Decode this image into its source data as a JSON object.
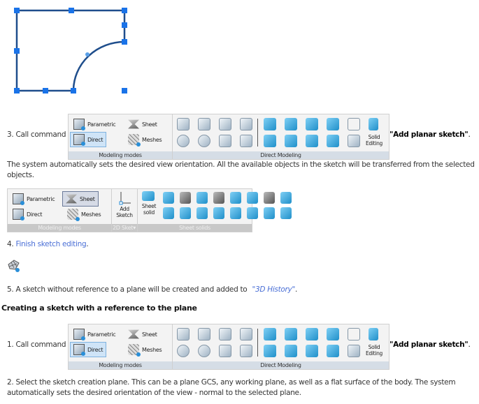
{
  "steps": {
    "step3_prefix": "3. Call command",
    "step3_command": "\"Add planar sketch\"",
    "step3_suffix": ".",
    "paragraph_view": "The system automatically sets the desired view orientation. All the available objects in the sketch will be transferred from the selected objects.",
    "step4_prefix": "4. ",
    "step4_link": "Finish sketch editing",
    "step4_suffix": ".",
    "step5_prefix": "5. A sketch without reference to a plane will be created and added to ",
    "step5_link": "\"3D History\"",
    "step5_suffix": ".",
    "heading": "Creating a sketch with a reference to the plane",
    "step1_prefix": "1. Call command",
    "step1_command": "\"Add planar sketch\"",
    "step1_suffix": ".",
    "step2": "2. Select the sketch creation plane. This can be a plane GCS, any working plane, as well as a flat surface of the body. The system automatically sets the desired orientation of the view - normal to the selected plane."
  },
  "ribbon": {
    "modes": {
      "parametric": "Parametric",
      "sheet": "Sheet",
      "direct": "Direct",
      "meshes": "Meshes",
      "title": "Modeling modes"
    },
    "direct_title": "Direct Modeling",
    "solid_editing": "Solid Editing",
    "sketch": {
      "add_sketch": "Add Sketch",
      "group_title": "2D Sket",
      "sheet_solid": "Sheet solid",
      "sheet_solids_title": "Sheet solids"
    }
  },
  "colors": {
    "accent": "#2a8fd8",
    "link": "#4a6fd6",
    "sketch_line": "#1f4e8c"
  }
}
